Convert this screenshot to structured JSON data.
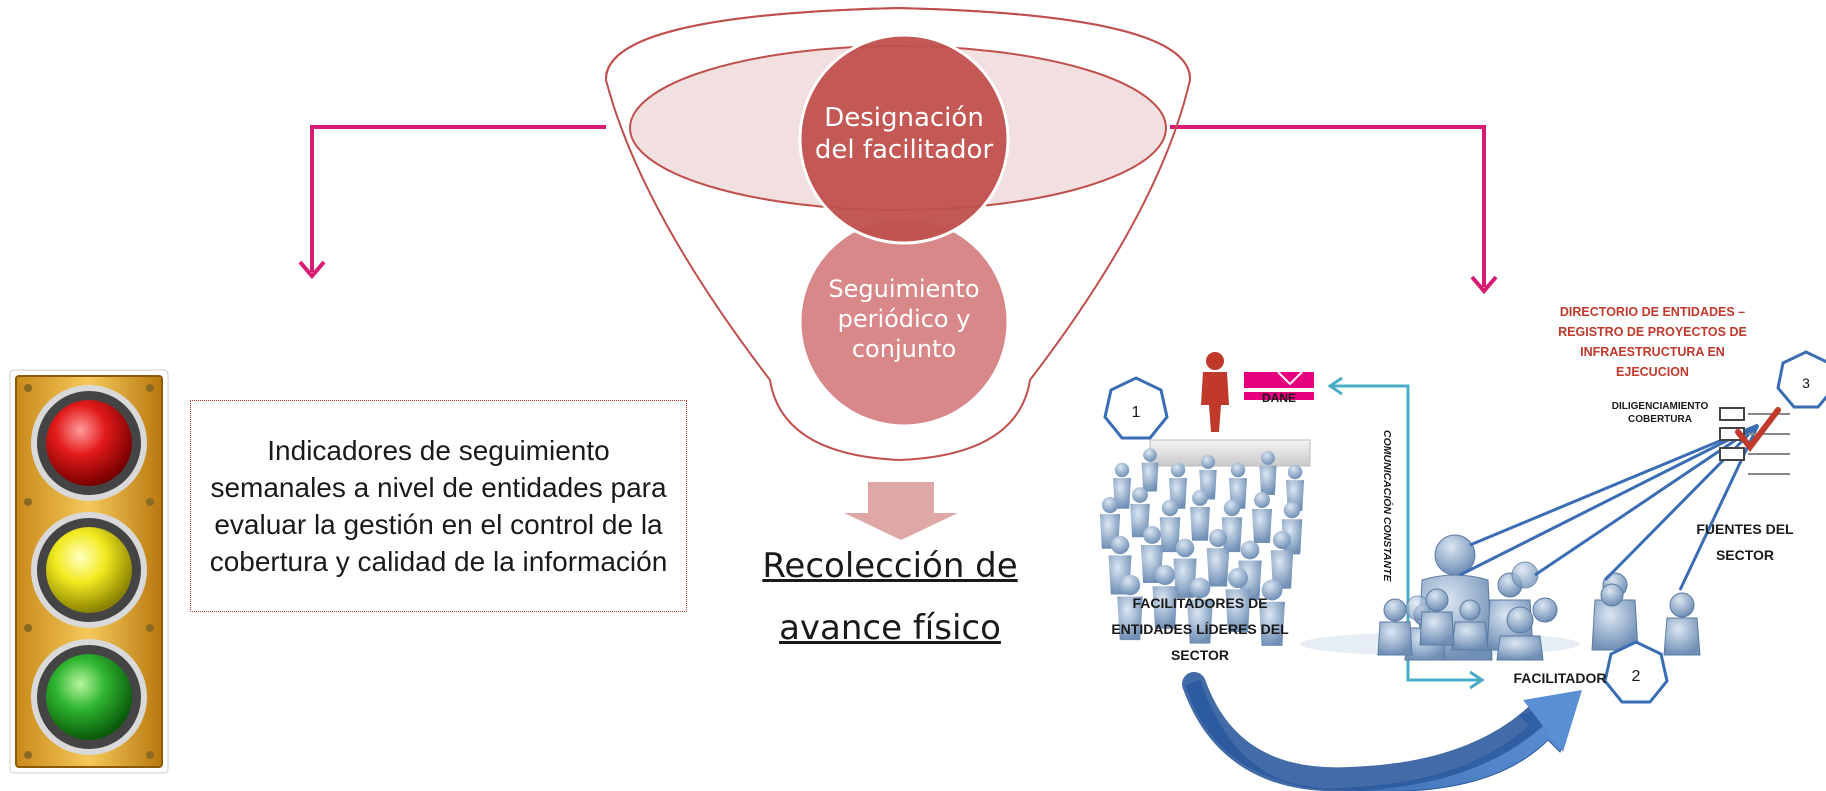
{
  "funnel": {
    "top_circle_label": "Designación del facilitador",
    "bottom_circle_label": "Seguimiento periódico y conjunto"
  },
  "collection": {
    "title": "Recolección de avance físico"
  },
  "indicators": {
    "text": "Indicadores de seguimiento semanales a nivel de entidades para evaluar la gestión en el control de la cobertura y calidad de la información"
  },
  "scheme": {
    "dane_logo": "DANE",
    "step1_number": "1",
    "step2_number": "2",
    "step3_number": "3",
    "leaders_label": "FACILITADORES DE ENTIDADES LÍDERES DEL SECTOR",
    "communication_label": "COMUNICACIÓN CONSTANTE",
    "facilitator_label": "FACILITADOR",
    "sources_label": "FUENTES DEL SECTOR",
    "directory_label": "DIRECTORIO DE ENTIDADES – REGISTRO DE PROYECTOS DE INFRAESTRUCTURA EN EJECUCION",
    "filling_label": "DILIGENCIAMIENTO COBERTURA"
  },
  "colors": {
    "connector": "#d81b73",
    "circle_dark": "#c0504d",
    "circle_light": "#d9888a",
    "funnel_stroke": "#c0504d",
    "arrow_blue": "#3a6db3",
    "line_teal": "#4bacc6"
  }
}
